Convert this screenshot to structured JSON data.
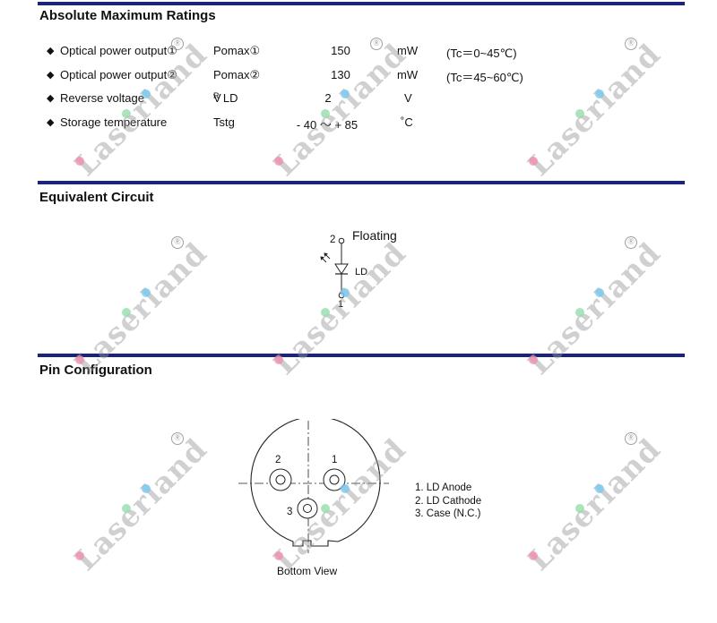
{
  "sections": {
    "ratings": {
      "title": "Absolute Maximum Ratings"
    },
    "circuit": {
      "title": "Equivalent Circuit"
    },
    "pins": {
      "title": "Pin Configuration"
    }
  },
  "ratings": [
    {
      "bullet": "◆",
      "name": "Optical power output①",
      "symbol": "Pomax①",
      "value": "150",
      "unit": "mW",
      "condition": "(Tc＝0~45℃)"
    },
    {
      "bullet": "◆",
      "name": "Optical power output②",
      "symbol": "Pomax②",
      "value": "130",
      "unit": "mW",
      "condition": "(Tc＝45~60℃)"
    },
    {
      "bullet": "◆",
      "name": "Reverse voltage",
      "symbol_main": "V",
      "symbol_sub": "R",
      "symbol_extra": "LD",
      "value": "2",
      "unit": "V",
      "condition": ""
    },
    {
      "bullet": "◆",
      "name": "Storage temperature",
      "symbol": "Tstg",
      "value": "- 40 ～ + 85",
      "unit": "˚C",
      "condition": ""
    }
  ],
  "circuit": {
    "pin_top": "2",
    "pin_bottom": "1",
    "floating_label": "Floating",
    "diode_label": "LD"
  },
  "pin_config": {
    "pin_labels": [
      "1",
      "2",
      "3"
    ],
    "view_label": "Bottom View",
    "list": [
      "1. LD Anode",
      "2. LD Cathode",
      "3. Case (N.C.)"
    ]
  },
  "watermark": {
    "text": "Laserland",
    "mark": "Ⓡ"
  },
  "colors": {
    "rule": "#1a237e"
  }
}
